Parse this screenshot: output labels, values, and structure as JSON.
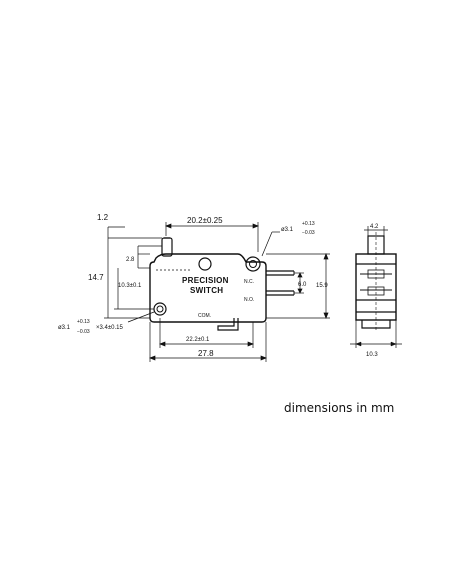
{
  "body_label": {
    "line1": "PRECISION",
    "line2": "SWITCH"
  },
  "terminals": {
    "nc": "N.C.",
    "no": "N.O.",
    "com": "COM."
  },
  "dimensions": {
    "lever_offset": "1.2",
    "overall_width_top": "20.2±0.25",
    "hole_top_dia": "ø3.1",
    "hole_top_tol_plus": "+0.13",
    "hole_top_tol_minus": "−0.03",
    "lever_rise": "2.8",
    "overall_height": "14.7",
    "hole_offset": "10.3±0.1",
    "terminal_pitch": "6.0",
    "body_height": "15.9",
    "hole_bottom_dia": "ø3.1",
    "hole_bottom_tol_plus": "+0.13",
    "hole_bottom_tol_minus": "−0.03",
    "hole_bottom_depth": "×3.4±0.15",
    "hole_spacing": "22.2±0.1",
    "body_length": "27.8",
    "side_button_width": "4.2",
    "side_body_width": "10.3"
  },
  "caption": "dimensions in mm"
}
